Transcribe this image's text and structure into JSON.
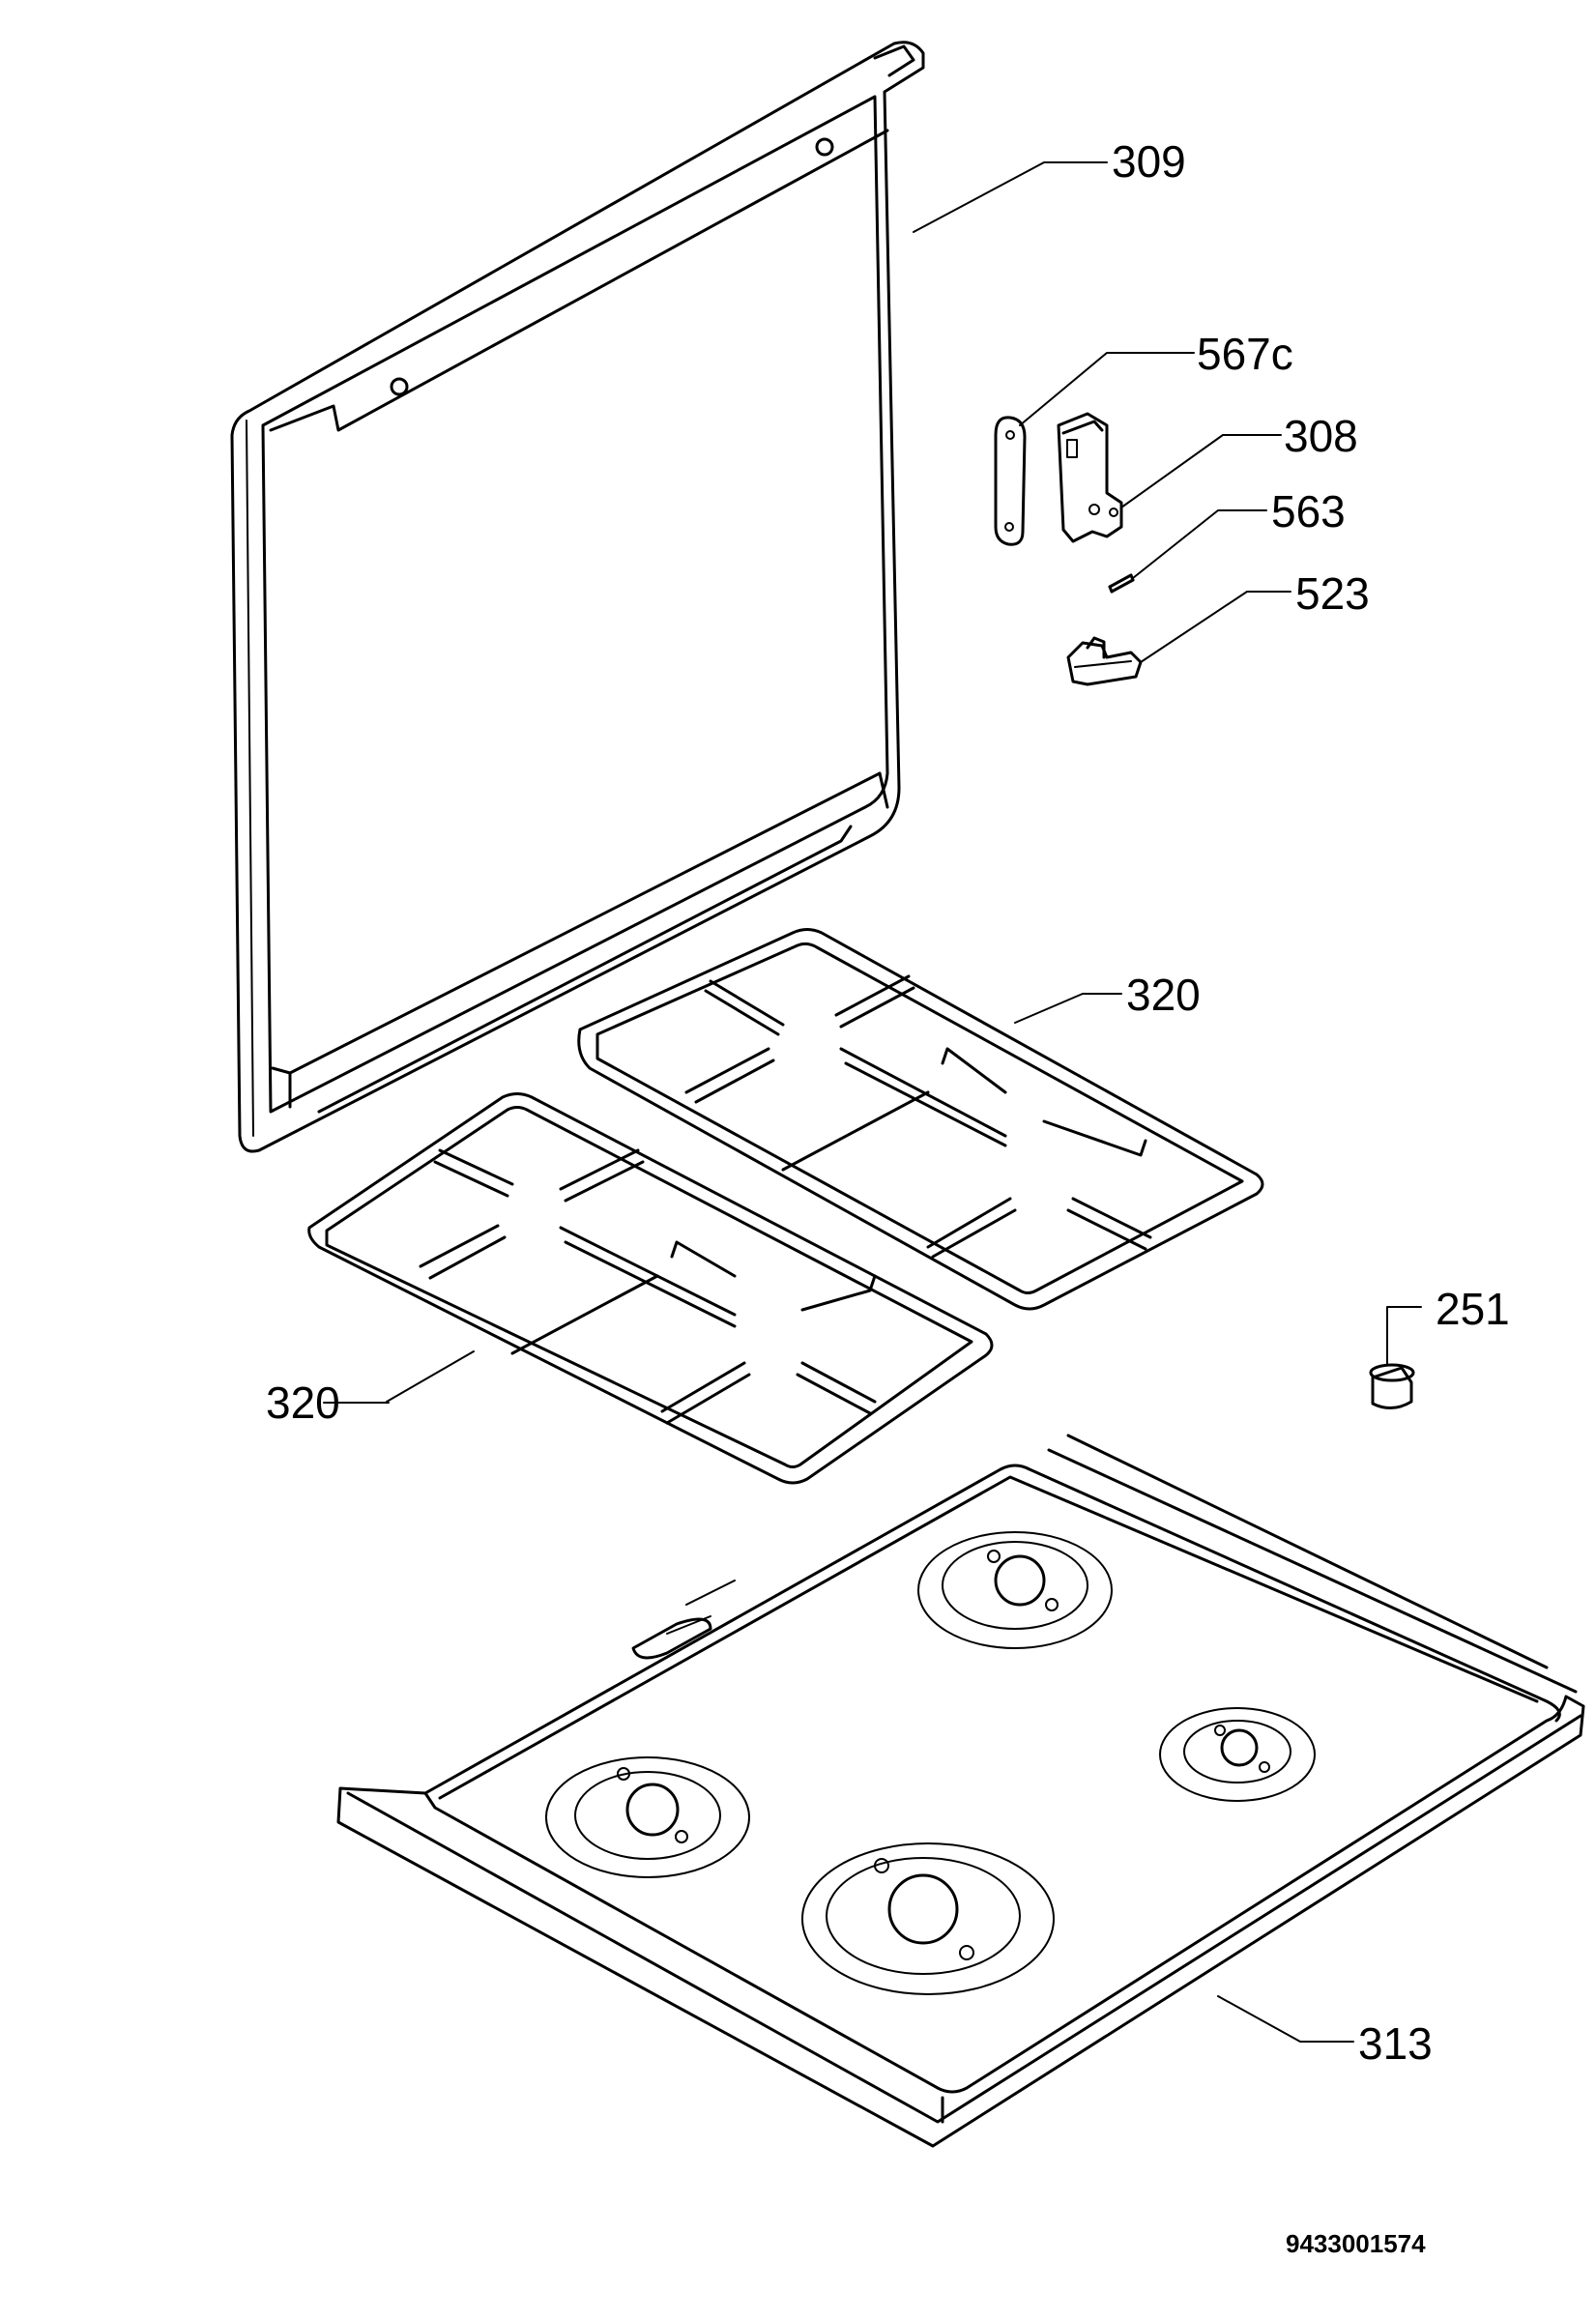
{
  "diagram": {
    "labels": {
      "p309": "309",
      "p567c": "567c",
      "p308": "308",
      "p563": "563",
      "p523": "523",
      "p320_top": "320",
      "p320_bottom": "320",
      "p251": "251",
      "p313": "313"
    },
    "document_number": "9433001574"
  }
}
